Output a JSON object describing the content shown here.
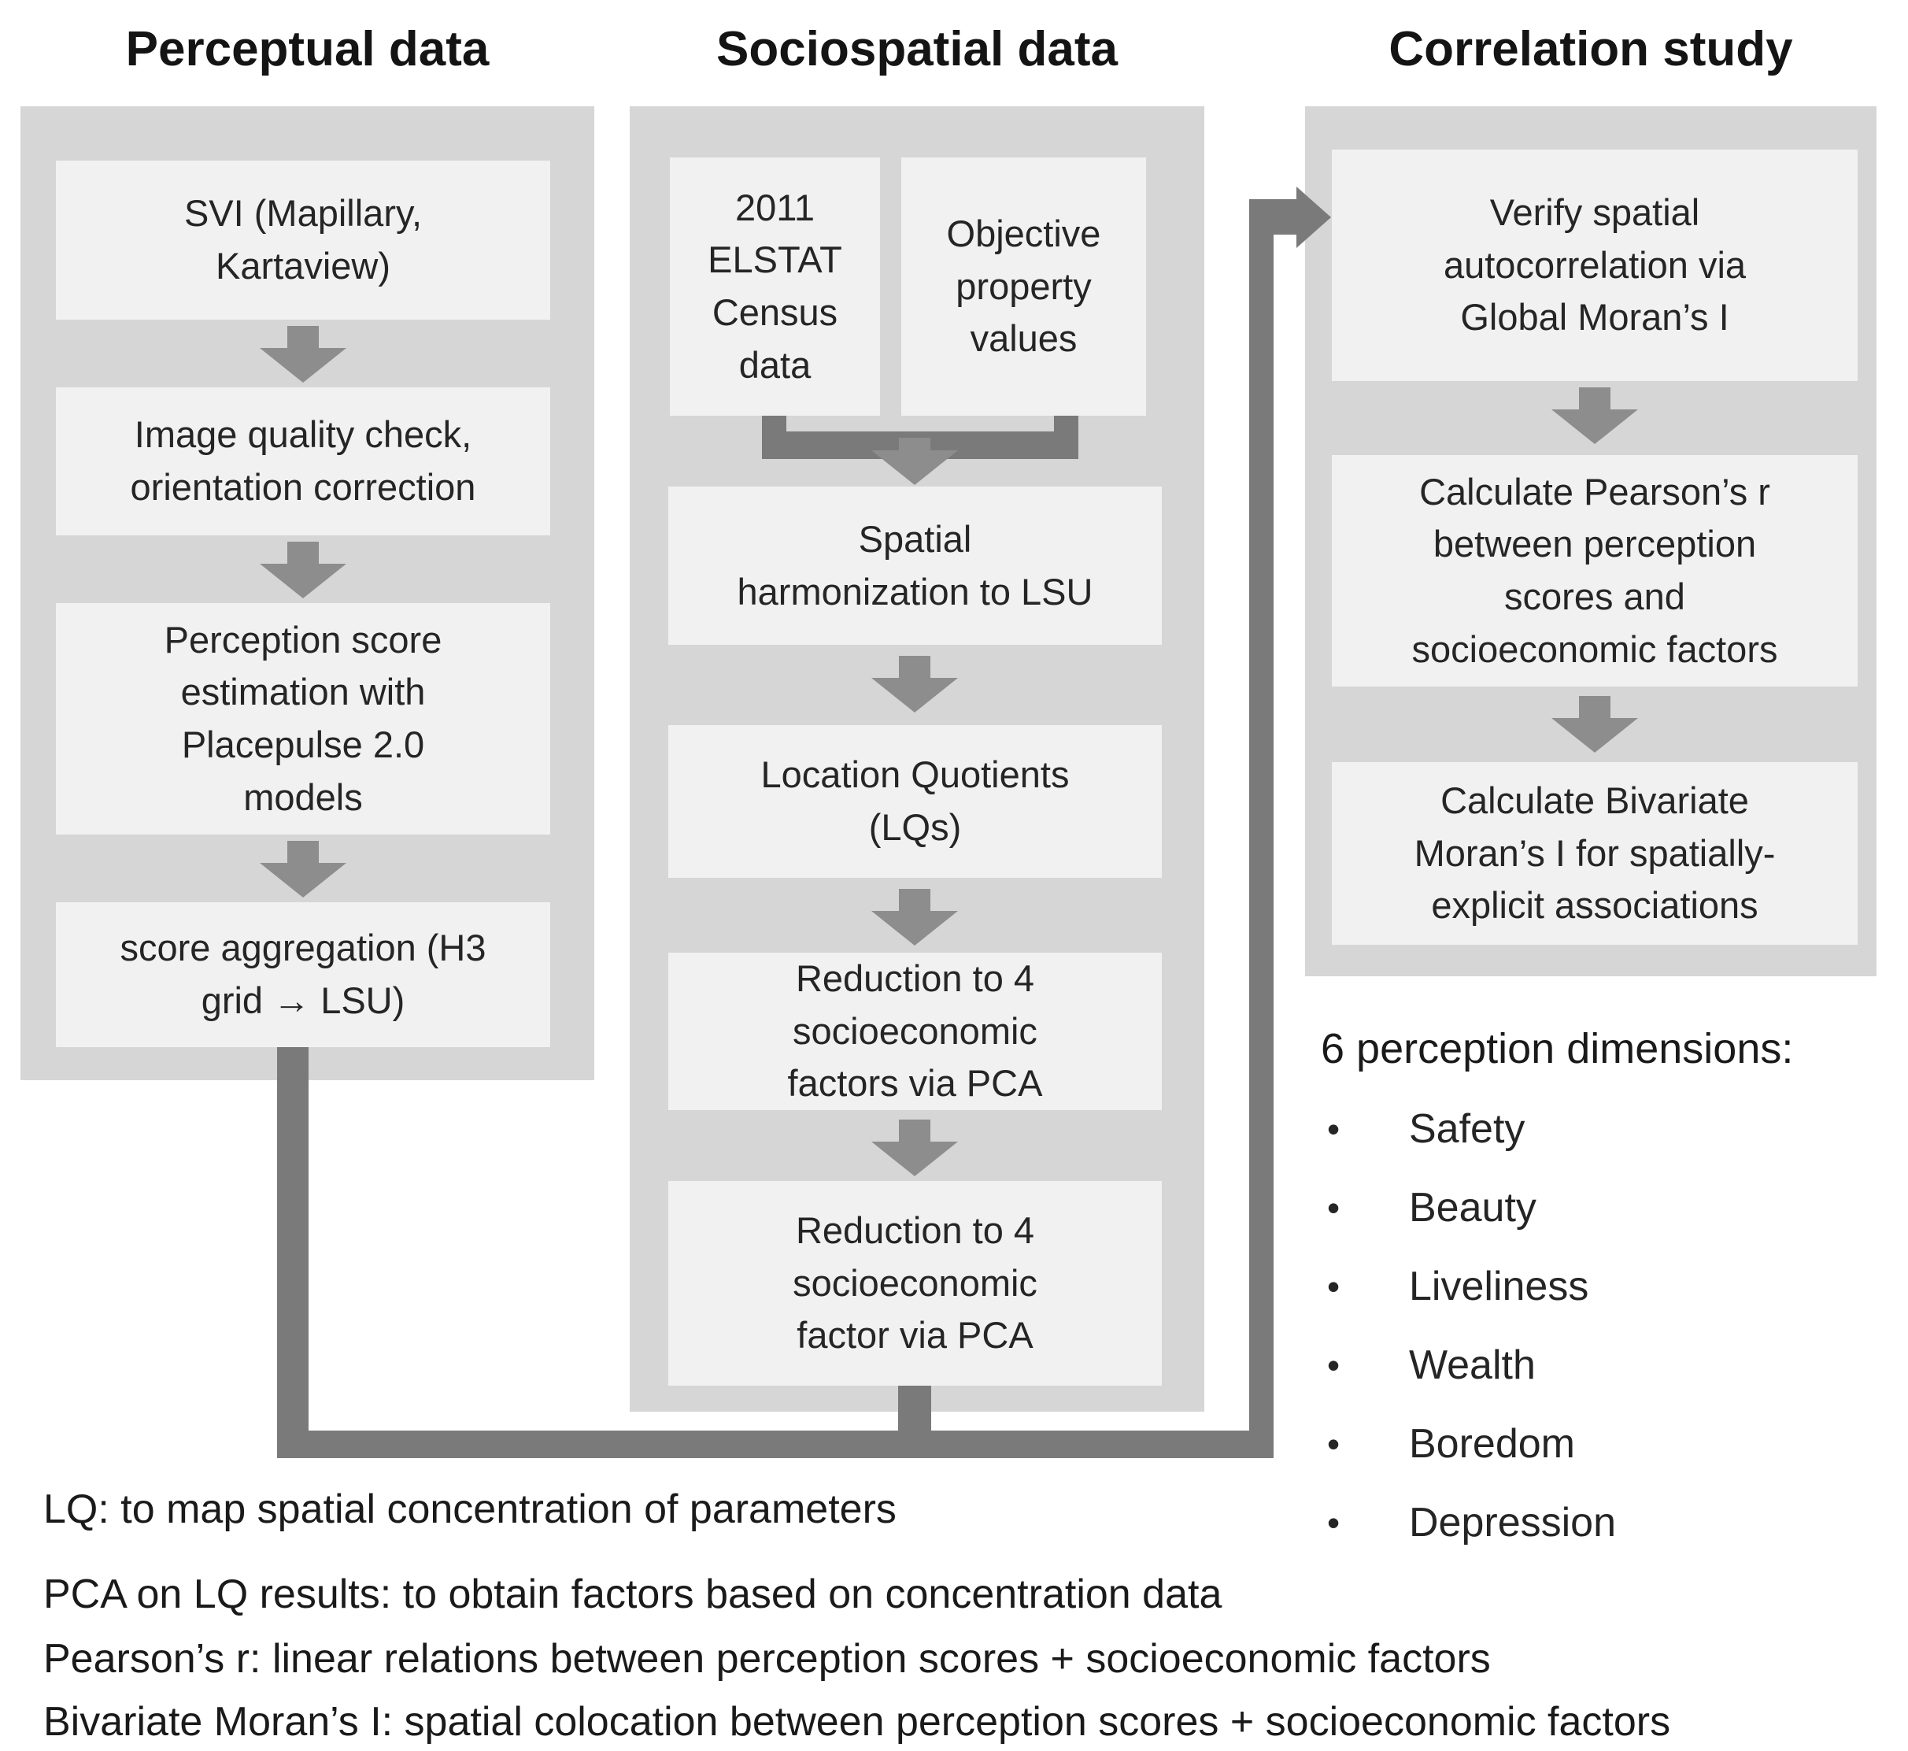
{
  "figure": "methodology-flowchart",
  "columns": [
    {
      "title": "Perceptual data",
      "boxes": [
        {
          "text": "SVI (Mapillary,\nKartaview)"
        },
        {
          "text": "Image quality check,\norientation correction"
        },
        {
          "text": "Perception score\nestimation with\nPlacepulse 2.0\nmodels"
        },
        {
          "text": "score aggregation (H3\ngrid → LSU)"
        }
      ]
    },
    {
      "title": "Sociospatial data",
      "boxes": [
        {
          "text": "2011\nELSTAT\nCensus\ndata"
        },
        {
          "text": "Objective\nproperty\nvalues"
        },
        {
          "text": "Spatial\nharmonization to LSU"
        },
        {
          "text": "Location Quotients\n(LQs)"
        },
        {
          "text": "Reduction to 4\nsocioeconomic\nfactors via PCA"
        },
        {
          "text": "Reduction to 4\nsocioeconomic\nfactor via PCA"
        }
      ]
    },
    {
      "title": "Correlation study",
      "boxes": [
        {
          "text": "Verify spatial\nautocorrelation via\nGlobal Moran’s I"
        },
        {
          "text": "Calculate Pearson’s r\nbetween perception\nscores and\nsocioeconomic factors"
        },
        {
          "text": "Calculate Bivariate\nMoran’s I  for spatially-\nexplicit associations"
        }
      ]
    }
  ],
  "legend": {
    "header": "6 perception dimensions:",
    "bullet": "•",
    "items": [
      "Safety",
      "Beauty",
      "Liveliness",
      "Wealth",
      "Boredom",
      "Depression"
    ]
  },
  "notes": [
    "LQ: to map spatial concentration of parameters",
    "PCA on LQ results: to obtain factors based on concentration data",
    "Pearson’s r: linear relations between perception scores + socioeconomic factors",
    "Bivariate Moran’s I:  spatial colocation between perception scores + socioeconomic factors"
  ],
  "colors": {
    "panel_background": "#d6d6d6",
    "box_background": "#f1f1f1",
    "small_arrow": "#8d8d8d",
    "connector": "#7a7a7a",
    "title_text": "#141414",
    "body_text": "#252525"
  }
}
